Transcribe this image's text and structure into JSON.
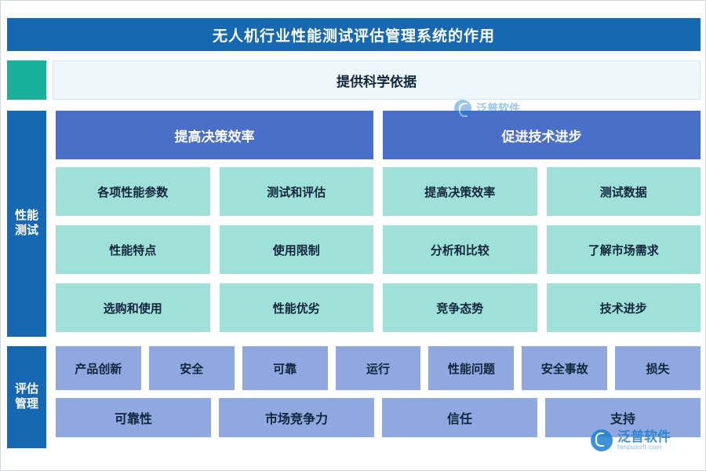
{
  "title": "无人机行业性能测试评估管理系统的作用",
  "basis": {
    "label": "提供科学依据"
  },
  "side_labels": {
    "performance_line1": "性能",
    "performance_line2": "测试",
    "evaluation_line1": "评估",
    "evaluation_line2": "管理"
  },
  "headers": [
    {
      "label": "提高决策效率"
    },
    {
      "label": "促进技术进步"
    }
  ],
  "grid": [
    [
      "各项性能参数",
      "测试和评估",
      "提高决策效率",
      "测试数据"
    ],
    [
      "性能特点",
      "使用限制",
      "分析和比较",
      "了解市场需求"
    ],
    [
      "选购和使用",
      "性能优劣",
      "竞争态势",
      "技术进步"
    ]
  ],
  "evaluation": {
    "top_row": [
      "产品创新",
      "安全",
      "可靠",
      "运行",
      "性能问题",
      "安全事故",
      "损失"
    ],
    "bottom_row": [
      "可靠性",
      "市场竞争力",
      "信任",
      "支持"
    ]
  },
  "watermark": {
    "name": "泛普软件",
    "url": "fanpusoft.com"
  },
  "colors": {
    "title_bar": "#1668b3",
    "teal_chip": "#19b09a",
    "basis_band": "#eef7fb",
    "header_box": "#4a6fc9",
    "cell": "#9fe0d8",
    "eval_chip": "#8fa8e0",
    "side_label": "#1668b3"
  }
}
